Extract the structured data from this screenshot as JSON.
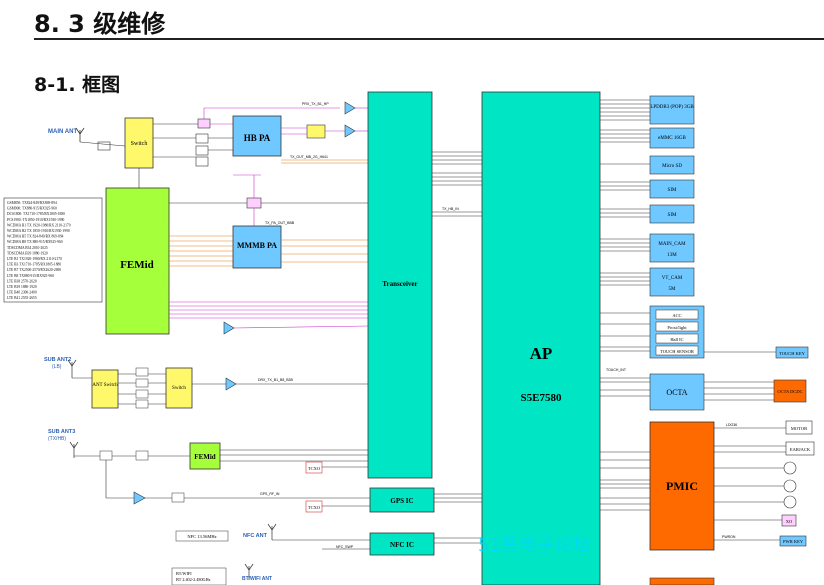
{
  "section_title": "8. 3 级维修",
  "subsection_title": "8-1. 框图",
  "watermark": "51黑电子论坛",
  "colors": {
    "ap": "#00e6c4",
    "pmic": "#ff6a00",
    "femid": "#a6ff3b",
    "blue_block": "#6fc8ff",
    "switch": "#fff86b",
    "octa_dcdc": "#ff6a00",
    "xo": "#ffd0ff"
  },
  "blocks": {
    "main_ant": "MAIN ANT",
    "switch1": "Switch",
    "hb_pa": "HB PA",
    "femid_main": "FEMid",
    "mmmb_pa": "MMMB PA",
    "transceiver": "Transceiver",
    "ap_title": "AP",
    "ap_part": "S5E7580",
    "sub_ant2": "SUB ANT2",
    "sub_ant2_sub": "(LB)",
    "ant_switch": "ANT Switch",
    "switch2": "Switch",
    "sub_ant3": "SUB ANT3",
    "sub_ant3_sub": "(TX/HB)",
    "femid_sub": "FEMid",
    "tcxo1": "TCXO",
    "tcxo2": "TCXO",
    "gps_ic": "GPS IC",
    "nfc_ic": "NFC IC",
    "nfc_ant": "NFC ANT",
    "nfc_note": "NFC 13.56MHz",
    "bt_ant": "BT/WIFI ANT",
    "bt_note1": "BT/WIFI",
    "bt_note2": "BT 2.402-2.480GHz",
    "pmic": "PMIC",
    "lpddr": "LPDDR3 (POP) 3GB",
    "emmc": "eMMC 16GB",
    "microsd": "Micro SD",
    "sim1": "SIM",
    "sim2": "SIM",
    "main_cam": "MAIN_CAM",
    "main_cam_res": "13M",
    "vt_cam": "VT_CAM",
    "vt_cam_res": "5M",
    "acc": "ACC",
    "proxi": "Proxi/light",
    "hall": "Hall IC",
    "touch_sensor": "TOUCH SENSOR",
    "touch_key": "TOUCH KEY",
    "octa": "OCTA",
    "octa_dcdc": "OCTA DCDC",
    "motor": "MOTOR",
    "earjack": "EARJACK",
    "xo": "XO",
    "pwr_key": "PWR KEY"
  },
  "band_list": [
    "GSM850: TX824-849/RX869-894",
    "GSM900: TX880-915/RX925-960",
    "DCS1800: TX1710-1785/RX1805-1880",
    "PCS1900: TX1850-1910/RX1930-1990",
    "WCDMA B1 TX 1920-1980/RX 2110-2170",
    "WCDMA B2 TX 1850-1910/RX1930-1990",
    "WCDMA B5 TX 824-849/RX 869-894",
    "WCDMA B8 TX 880-915/RX925-960",
    "TDSCDMA B34 2010-2025",
    "TDSCDMA B39 1880-1920",
    "LTE B1 TX1920-1980/RX 2110-2170",
    "LTE B3 TX1710-1785/RX1805-1880",
    "LTE B7 TX2500-2570/RX2620-2690",
    "LTE B8 TX880-915/RX925-960",
    "LTE B38 2570-2620",
    "LTE B39 1880-1920",
    "LTE B40 2300-2400",
    "LTE B41 2555-2655"
  ],
  "signals": {
    "prx_tx_lb_hb": "PRX_TX_B1_HP",
    "txb_hb": "TX_HB_IN",
    "tx_out": "TX_OUT_MB_2G_H641",
    "mmmb_out": "TX_PA_OUT_BBB",
    "drx": "DRX_TX_B1_B8_B3B",
    "gps": "GPS_RF_IN",
    "nfc_swp": "NFC_SWP",
    "touch_int": "TOUCH_INT",
    "motor_line": "LDO36",
    "pwr_on": "PWRON"
  }
}
